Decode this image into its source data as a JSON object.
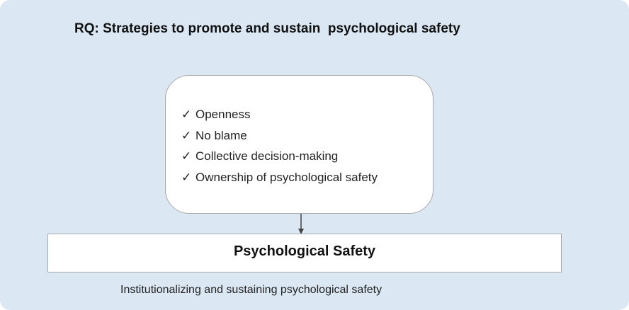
{
  "title": "RQ: Strategies to promote and sustain  psychological safety",
  "strategies": {
    "check_glyph": "✓",
    "items": [
      "Openness",
      "No blame",
      "Collective decision-making",
      "Ownership of psychological safety"
    ]
  },
  "outcome": {
    "label": "Psychological Safety"
  },
  "caption": "Institutionalizing and sustaining psychological safety",
  "colors": {
    "background": "#dbe8f4",
    "box_fill": "#ffffff",
    "box_border": "#a9a9a9",
    "text": "#111111"
  }
}
